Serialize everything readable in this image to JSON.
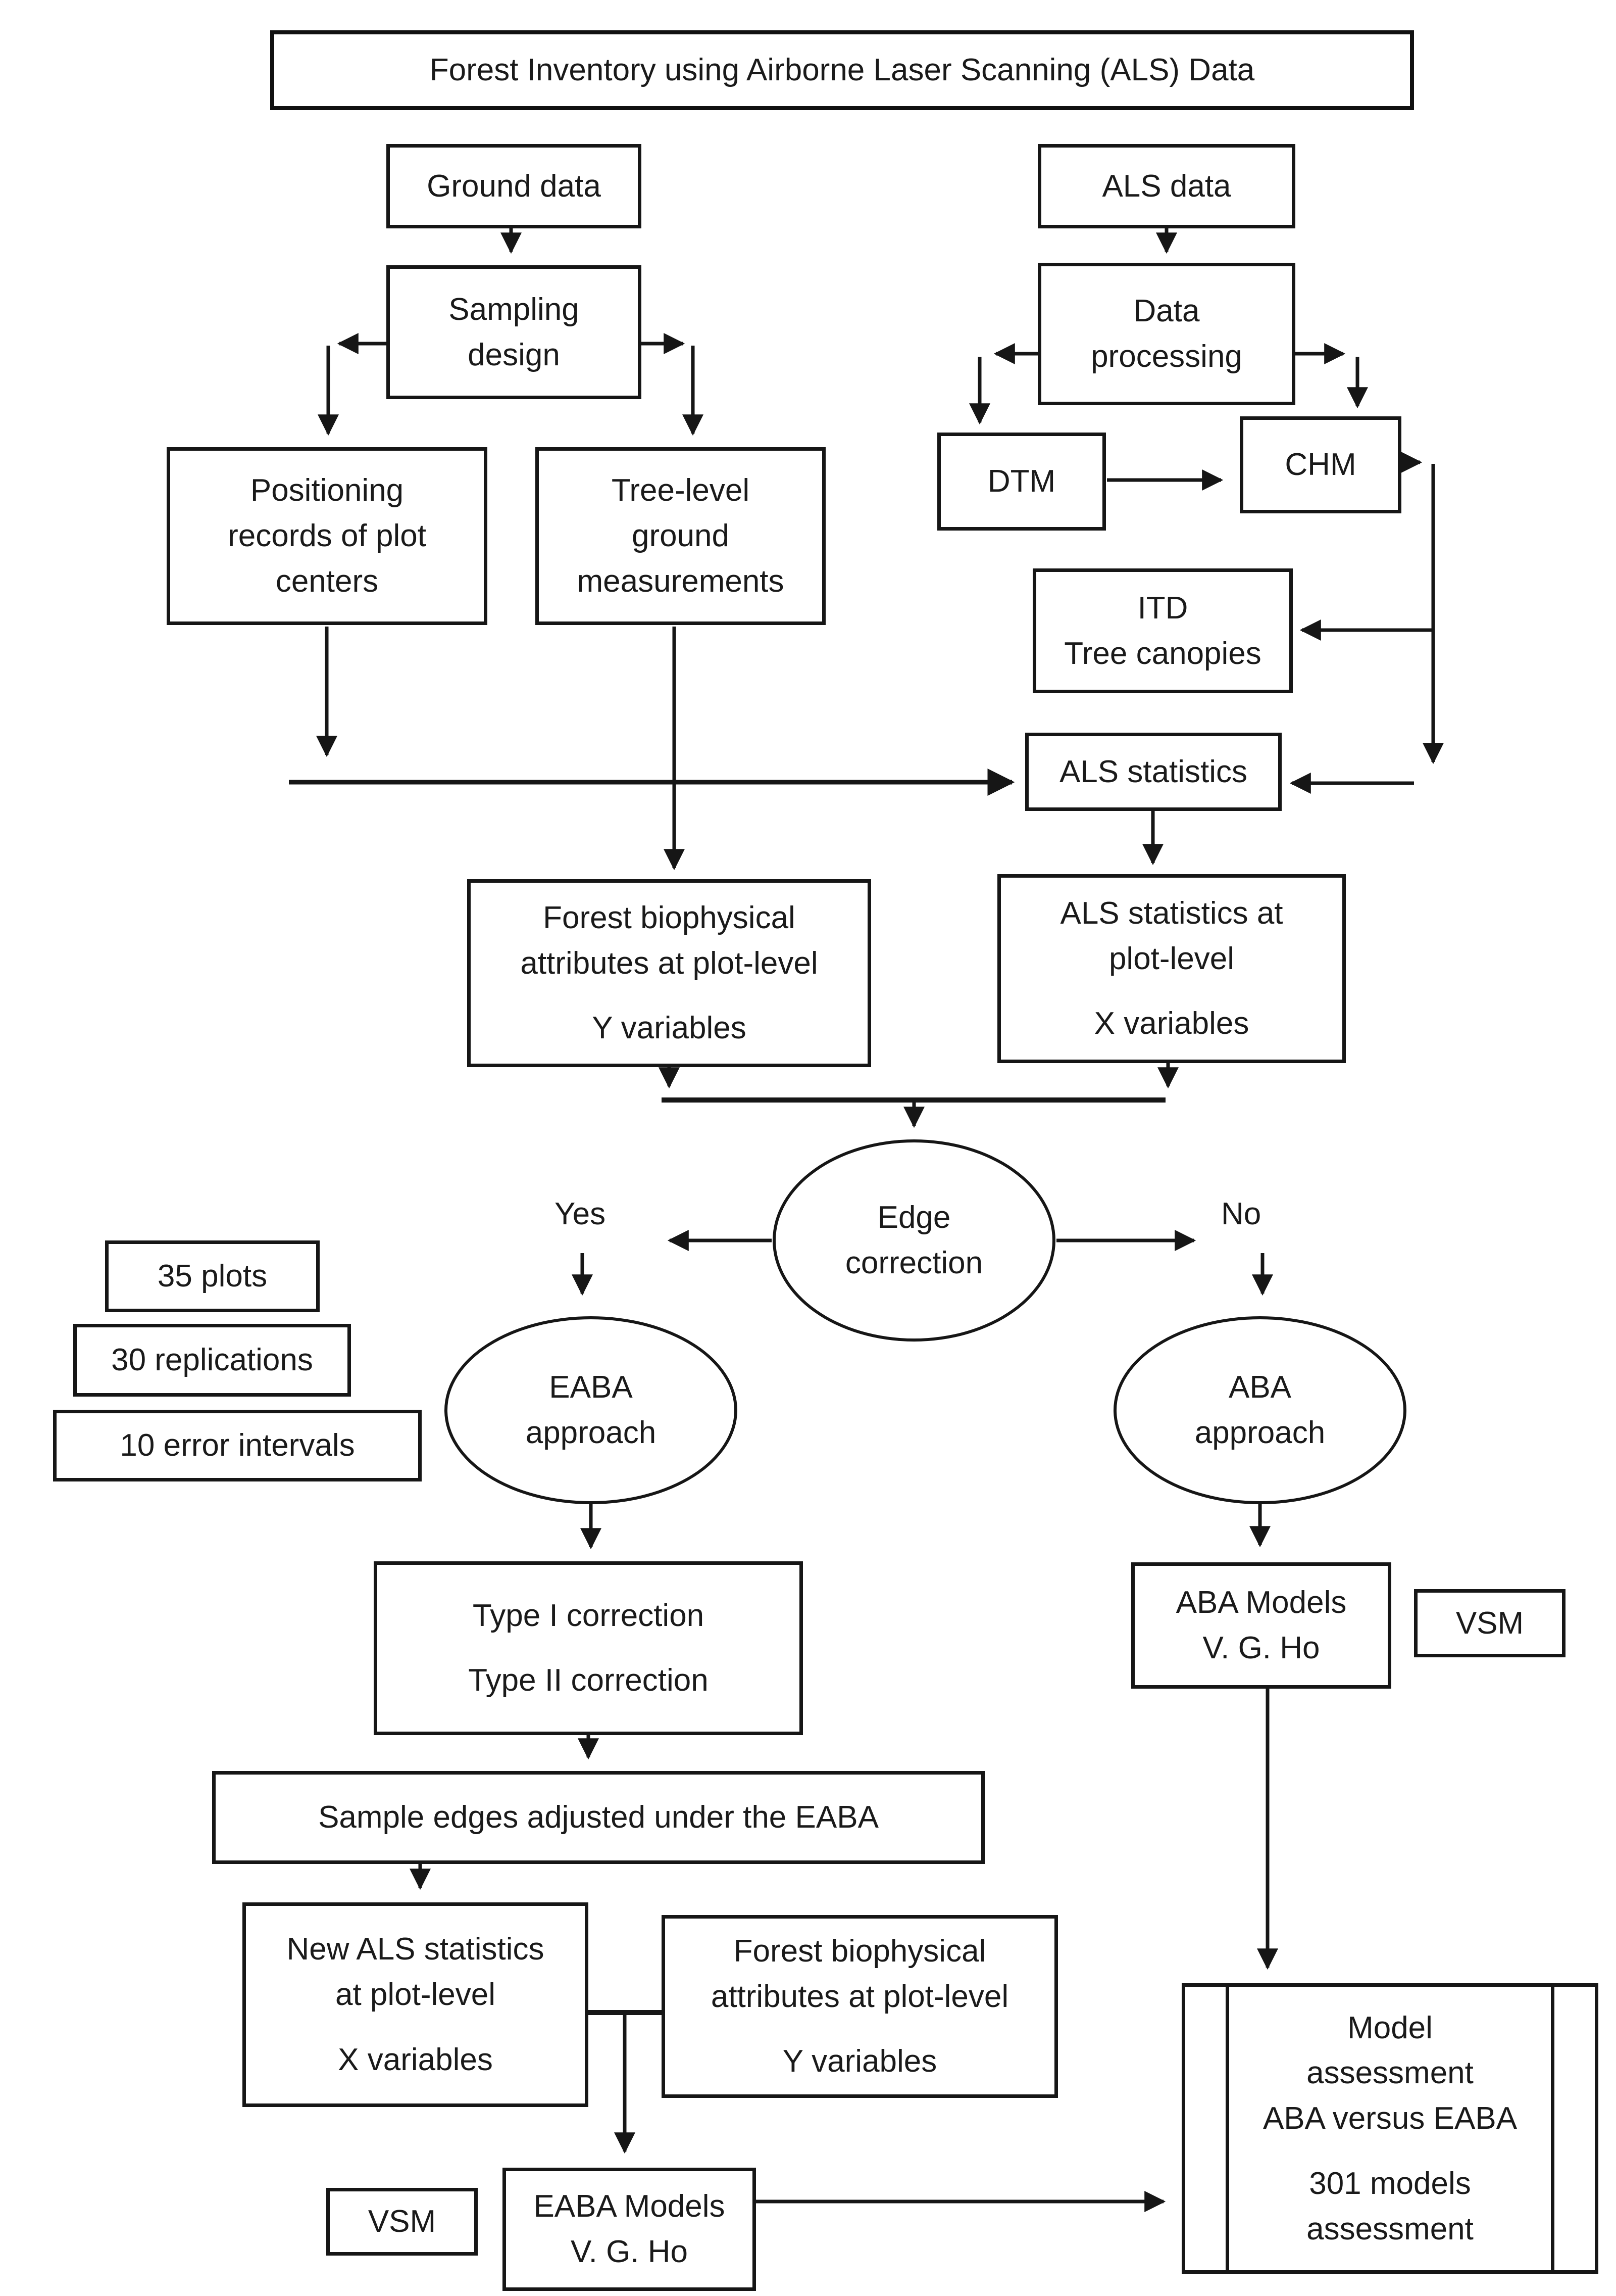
{
  "diagram": {
    "title": "Forest Inventory using Airborne Laser Scanning (ALS) Data",
    "colors": {
      "line": "#1a1a1a",
      "background": "#ffffff"
    },
    "branch_labels": {
      "yes": "Yes",
      "no": "No"
    },
    "nodes": {
      "ground_data": {
        "label": "Ground data"
      },
      "sampling_design": {
        "lines": [
          "Sampling",
          "design"
        ]
      },
      "als_data": {
        "label": "ALS data"
      },
      "data_processing": {
        "lines": [
          "Data",
          "processing"
        ]
      },
      "positioning_records": {
        "lines": [
          "Positioning",
          "records of plot",
          "centers"
        ]
      },
      "tree_level": {
        "lines": [
          "Tree-level",
          "ground",
          "measurements"
        ]
      },
      "dtm": {
        "label": "DTM"
      },
      "chm": {
        "label": "CHM"
      },
      "itd": {
        "lines": [
          "ITD",
          "Tree canopies"
        ]
      },
      "als_statistics": {
        "label": "ALS statistics"
      },
      "forest_bio1": {
        "lines": [
          "Forest biophysical",
          "attributes at plot-level",
          "",
          "Y variables"
        ]
      },
      "als_plot": {
        "lines": [
          "ALS statistics at",
          "plot-level",
          "",
          "X variables"
        ]
      },
      "edge_correction": {
        "lines": [
          "Edge",
          "correction"
        ]
      },
      "plots_35": {
        "label": "35 plots"
      },
      "replications_30": {
        "label": "30 replications"
      },
      "error_intervals_10": {
        "label": "10 error intervals"
      },
      "eaba_approach": {
        "lines": [
          "EABA",
          "approach"
        ]
      },
      "aba_approach": {
        "lines": [
          "ABA",
          "approach"
        ]
      },
      "type_correction": {
        "lines": [
          "Type I correction",
          "",
          "Type II correction"
        ]
      },
      "sample_edges": {
        "label": "Sample edges adjusted under the EABA"
      },
      "new_als": {
        "lines": [
          "New ALS statistics",
          "at plot-level",
          "",
          "X variables"
        ]
      },
      "forest_bio2": {
        "lines": [
          "Forest biophysical",
          "attributes at plot-level",
          "",
          "Y variables"
        ]
      },
      "eaba_models": {
        "lines": [
          "EABA Models",
          "V. G. Ho"
        ]
      },
      "vsm_left": {
        "label": "VSM"
      },
      "aba_models": {
        "lines": [
          "ABA Models",
          "V. G. Ho"
        ]
      },
      "vsm_right": {
        "label": "VSM"
      },
      "model_assessment": {
        "lines": [
          "Model",
          "assessment",
          "ABA versus EABA",
          "",
          "301 models",
          "assessment"
        ]
      }
    }
  }
}
